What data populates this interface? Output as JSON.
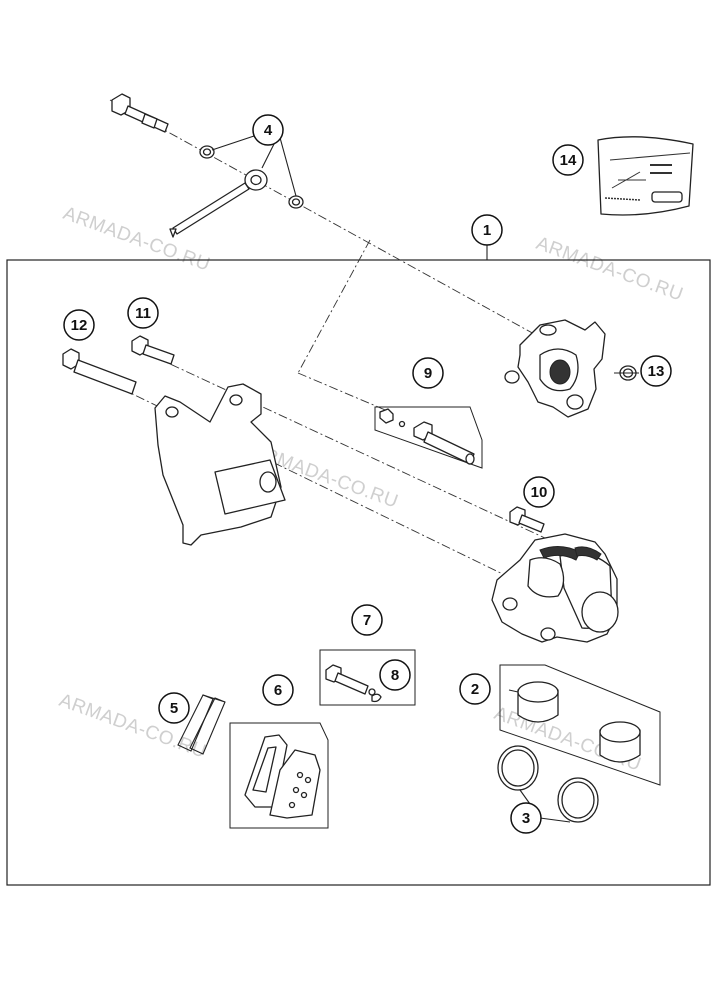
{
  "watermark": "ARMADA-CO.RU",
  "callouts": [
    {
      "id": "c1",
      "label": "1"
    },
    {
      "id": "c2",
      "label": "2"
    },
    {
      "id": "c3",
      "label": "3"
    },
    {
      "id": "c4",
      "label": "4"
    },
    {
      "id": "c5",
      "label": "5"
    },
    {
      "id": "c6",
      "label": "6"
    },
    {
      "id": "c7",
      "label": "7"
    },
    {
      "id": "c8",
      "label": "8"
    },
    {
      "id": "c9",
      "label": "9"
    },
    {
      "id": "c10",
      "label": "10"
    },
    {
      "id": "c11",
      "label": "11"
    },
    {
      "id": "c12",
      "label": "12"
    },
    {
      "id": "c13",
      "label": "13"
    },
    {
      "id": "c14",
      "label": "14"
    }
  ]
}
